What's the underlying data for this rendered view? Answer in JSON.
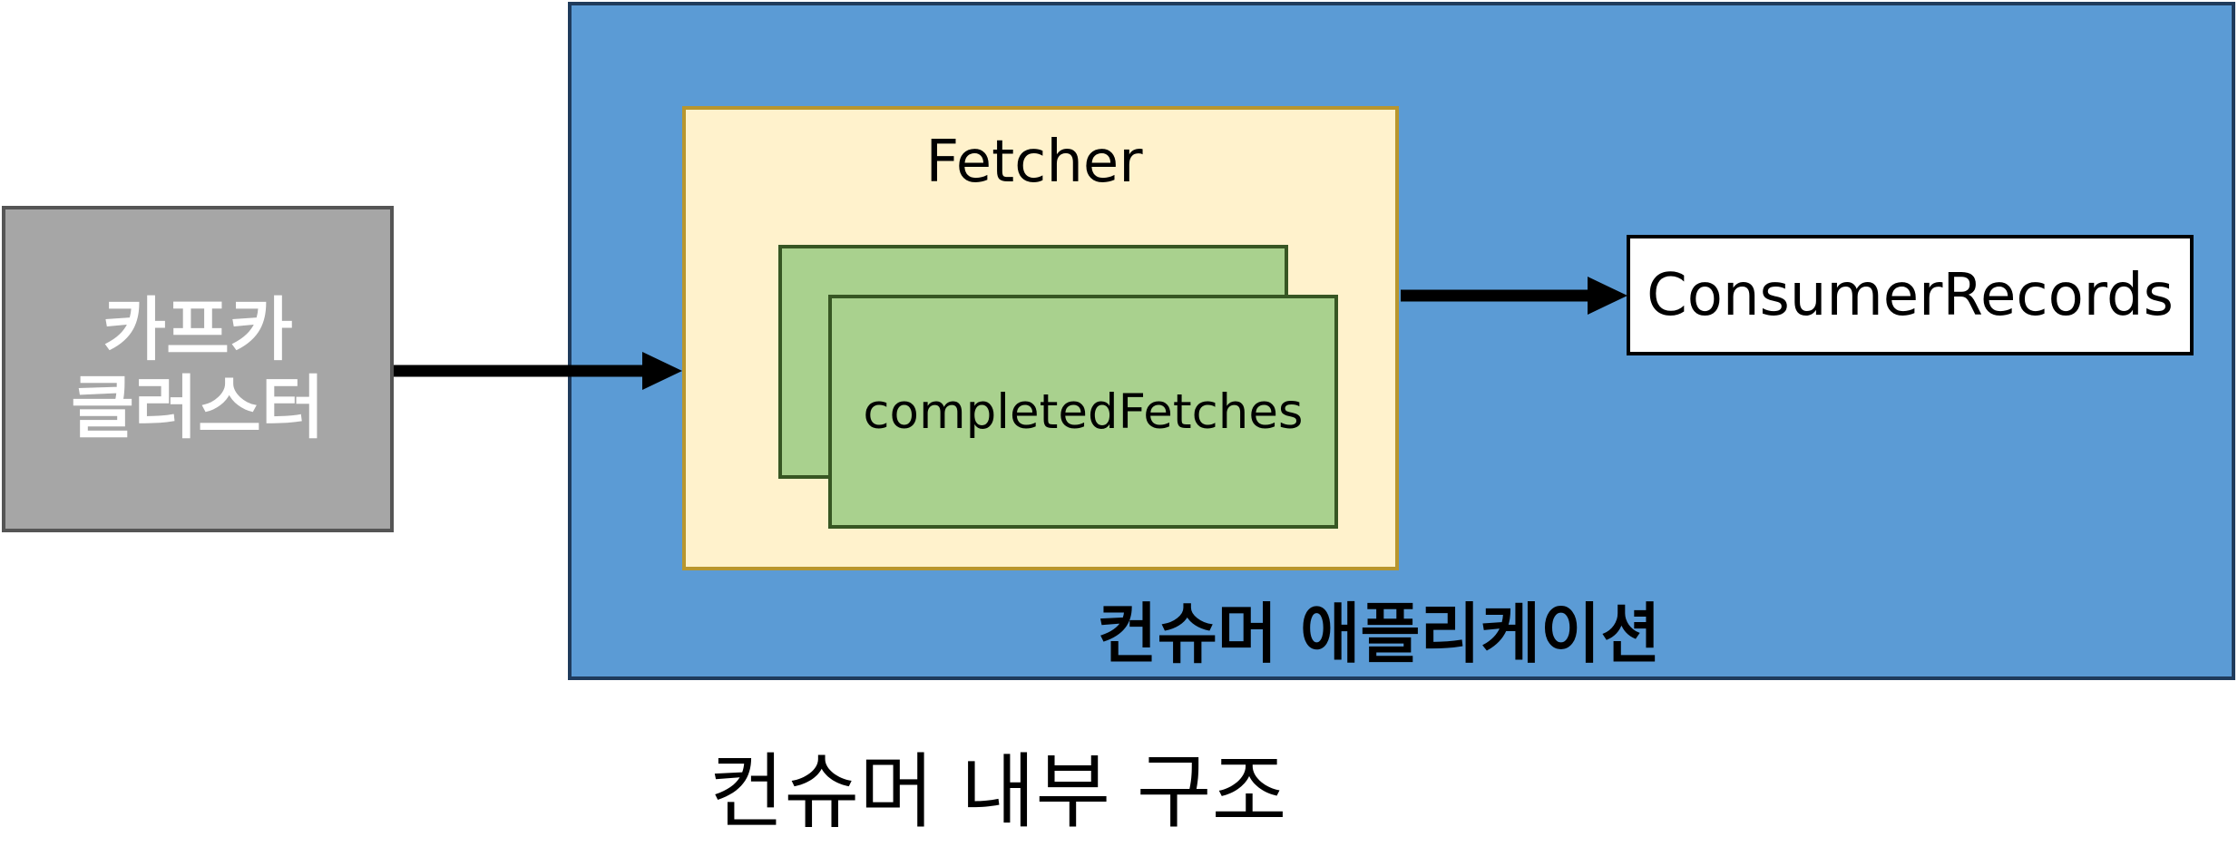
{
  "colors": {
    "kafka_fill": "#a6a6a6",
    "app_fill": "#5b9bd5",
    "fetcher_fill": "#fff2cc",
    "completed_fill": "#a9d18e",
    "records_fill": "#ffffff"
  },
  "kafka_cluster": {
    "line1": "카프카",
    "line2": "클러스터"
  },
  "consumer_app": {
    "label": "컨슈머 애플리케이션"
  },
  "fetcher": {
    "label": "Fetcher"
  },
  "completed_fetches": {
    "label": "completedFetches"
  },
  "consumer_records": {
    "label": "ConsumerRecords"
  },
  "caption": "컨슈머 내부 구조"
}
